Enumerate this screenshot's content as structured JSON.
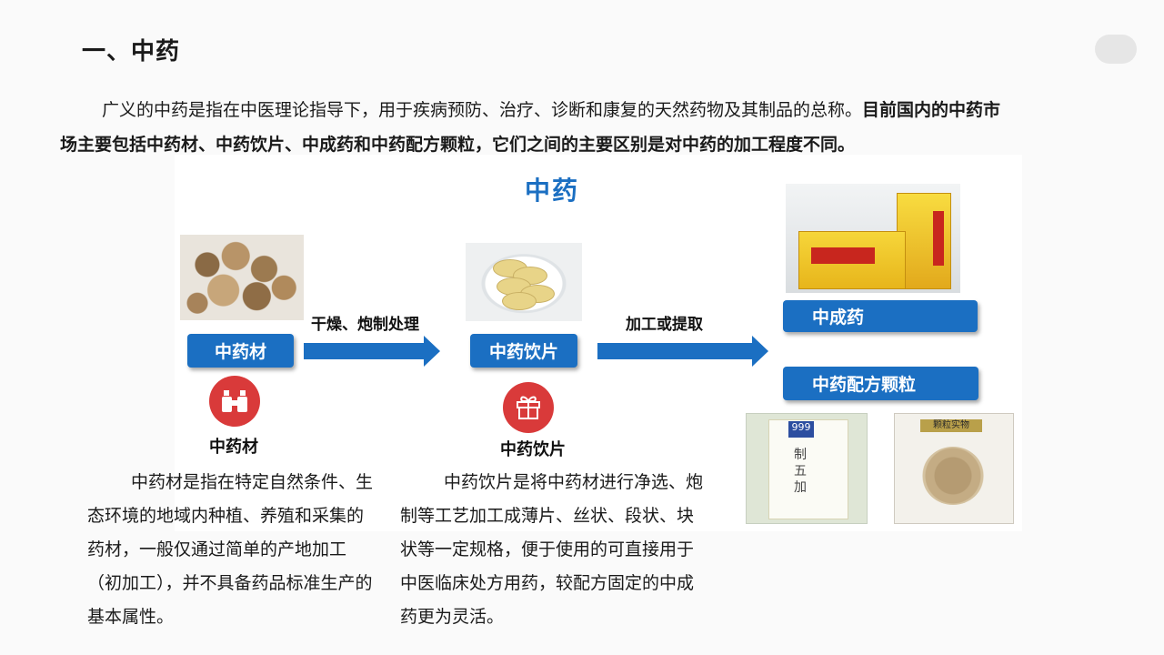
{
  "page": {
    "title": "一、中药",
    "intro_plain": "广义的中药是指在中医理论指导下，用于疾病预防、治疗、诊断和康复的天然药物及其制品的总称。",
    "intro_bold": "目前国内的中药市场主要包括中药材、中药饮片、中成药和中药配方颗粒，它们之间的主要区别是对中药的加工程度不同。"
  },
  "diagram": {
    "title": "中药",
    "nodes": {
      "herb": "中药材",
      "slice": "中药饮片",
      "patent": "中成药",
      "granule": "中药配方颗粒"
    },
    "arrows": {
      "first": "干燥、炮制处理",
      "second": "加工或提取"
    },
    "packet": {
      "logo": "999",
      "text": "制五加"
    },
    "granule_tag": "颗粒实物"
  },
  "icons": {
    "herb": {
      "name": "binoculars-icon",
      "caption": "中药材",
      "color": "#d93a3a"
    },
    "slice": {
      "name": "gift-icon",
      "caption": "中药饮片",
      "color": "#d93a3a"
    }
  },
  "descriptions": {
    "herb": "中药材是指在特定自然条件、生态环境的地域内种植、养殖和采集的药材，一般仅通过简单的产地加工（初加工），并不具备药品标准生产的基本属性。",
    "slice": "中药饮片是将中药材进行净选、炮制等工艺加工成薄片、丝状、段状、块状等一定规格，便于使用的可直接用于中医临床处方用药，较配方固定的中成药更为灵活。"
  },
  "colors": {
    "accent_blue": "#1b6fc2",
    "icon_red": "#d93a3a"
  }
}
